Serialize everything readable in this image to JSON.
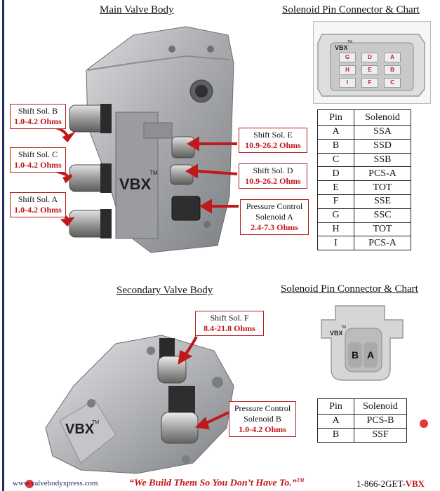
{
  "headings": {
    "main_valve_body": "Main Valve Body",
    "main_connector": "Solenoid Pin Connector & Chart",
    "secondary_valve_body": "Secondary Valve Body",
    "secondary_connector": "Solenoid Pin Connector & Chart"
  },
  "callouts": {
    "shift_b": {
      "name": "Shift Sol. B",
      "ohms": "1.0-4.2 Ohms"
    },
    "shift_c": {
      "name": "Shift Sol. C",
      "ohms": "1.0-4.2 Ohms"
    },
    "shift_a": {
      "name": "Shift Sol. A",
      "ohms": "1.0-4.2 Ohms"
    },
    "shift_e": {
      "name": "Shift Sol. E",
      "ohms": "10.9-26.2 Ohms"
    },
    "shift_d": {
      "name": "Shift Sol. D",
      "ohms": "10.9-26.2 Ohms"
    },
    "pc_a": {
      "name1": "Pressure Control",
      "name2": "Solenoid A",
      "ohms": "2.4-7.3 Ohms"
    },
    "shift_f": {
      "name": "Shift Sol. F",
      "ohms": "8.4-21.8 Ohms"
    },
    "pc_b": {
      "name1": "Pressure Control",
      "name2": "Solenoid B",
      "ohms": "1.0-4.2 Ohms"
    }
  },
  "brand": {
    "logo": "VBX",
    "tm": "TM"
  },
  "main_connector_pins": {
    "row1": [
      "G",
      "D",
      "A"
    ],
    "row2": [
      "H",
      "E",
      "B"
    ],
    "row3": [
      "I",
      "F",
      "C"
    ]
  },
  "secondary_connector_pins": [
    "B",
    "A"
  ],
  "main_table": {
    "headers": [
      "Pin",
      "Solenoid"
    ],
    "rows": [
      [
        "A",
        "SSA"
      ],
      [
        "B",
        "SSD"
      ],
      [
        "C",
        "SSB"
      ],
      [
        "D",
        "PCS-A"
      ],
      [
        "E",
        "TOT"
      ],
      [
        "F",
        "SSE"
      ],
      [
        "G",
        "SSC"
      ],
      [
        "H",
        "TOT"
      ],
      [
        "I",
        "PCS-A"
      ]
    ]
  },
  "secondary_table": {
    "headers": [
      "Pin",
      "Solenoid"
    ],
    "rows": [
      [
        "A",
        "PCS-B"
      ],
      [
        "B",
        "SSF"
      ]
    ]
  },
  "footer": {
    "url": "www.valvebodyxpress.com",
    "slogan": "“We Build Them So You Don’t Have To.”",
    "slogan_tm": "TM",
    "phone_prefix": "1-866-2GET-",
    "phone_brand": "VBX"
  },
  "colors": {
    "accent_red": "#c0181b",
    "navy": "#1f2a6b",
    "metal": "#a9abae"
  }
}
